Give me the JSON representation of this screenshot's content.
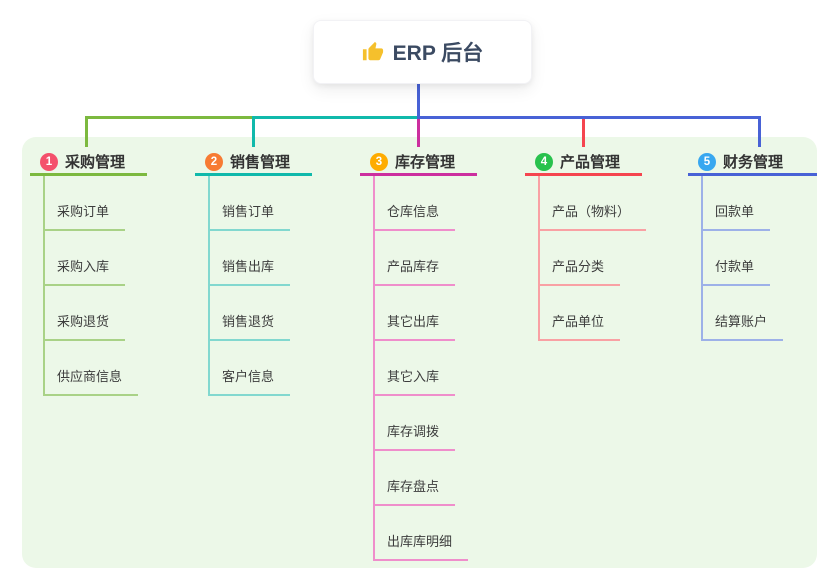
{
  "root": {
    "label": "ERP 后台",
    "icon": "thumbs-up-icon"
  },
  "colors": {
    "page_bg": "#ffffff",
    "panel_bg": "#ecf8e8",
    "root_text": "#3b4a62",
    "root_connector": "#4862d6",
    "title_text": "#333333",
    "child_text": "#3d3d3d",
    "icon_yellow": "#f5c02c"
  },
  "sections": [
    {
      "index": "1",
      "label": "采购管理",
      "badge_color": "#f4516c",
      "line_color": "#7cb93f",
      "light_color": "#a9d287",
      "children": [
        "采购订单",
        "采购入库",
        "采购退货",
        "供应商信息"
      ]
    },
    {
      "index": "2",
      "label": "销售管理",
      "badge_color": "#f77b33",
      "line_color": "#10b9ab",
      "light_color": "#82d8cf",
      "children": [
        "销售订单",
        "销售出库",
        "销售退货",
        "客户信息"
      ]
    },
    {
      "index": "3",
      "label": "库存管理",
      "badge_color": "#feac00",
      "line_color": "#cc2f9f",
      "light_color": "#ef8ecb",
      "children": [
        "仓库信息",
        "产品库存",
        "其它出库",
        "其它入库",
        "库存调拨",
        "库存盘点",
        "出库库明细"
      ]
    },
    {
      "index": "4",
      "label": "产品管理",
      "badge_color": "#28c24d",
      "line_color": "#f5454f",
      "light_color": "#f9a1a4",
      "children": [
        "产品（物料）",
        "产品分类",
        "产品单位"
      ]
    },
    {
      "index": "5",
      "label": "财务管理",
      "badge_color": "#38a7f0",
      "line_color": "#4862d6",
      "light_color": "#9db1e8",
      "children": [
        "回款单",
        "付款单",
        "结算账户"
      ]
    }
  ]
}
